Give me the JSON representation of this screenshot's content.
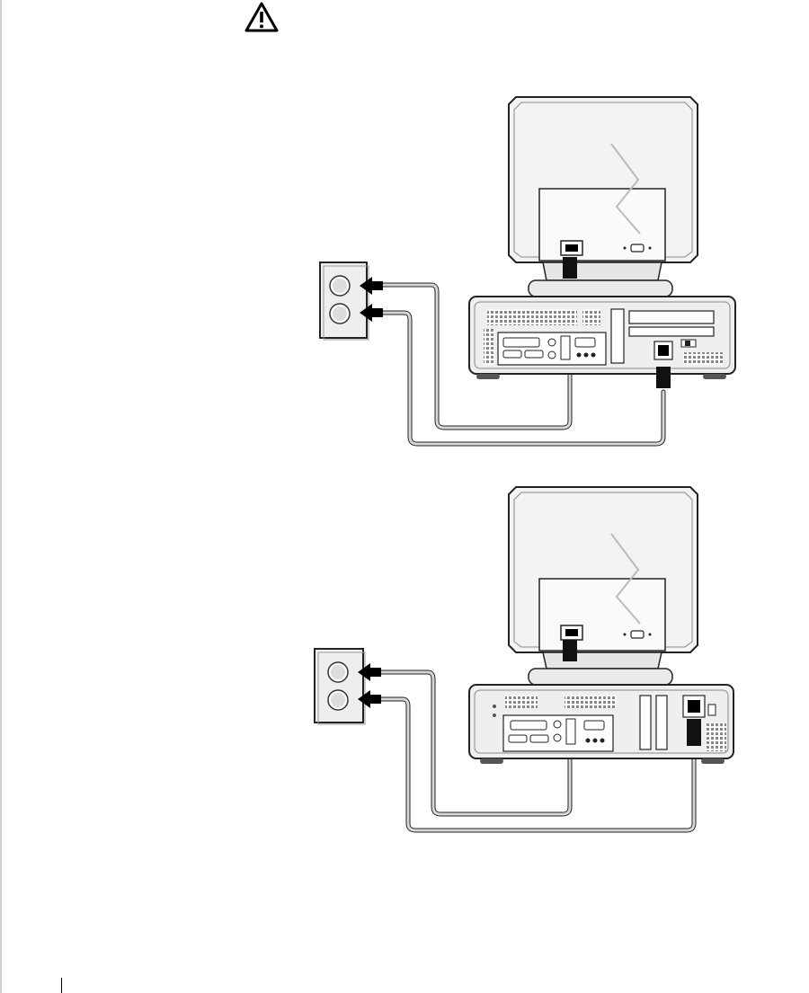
{
  "page": {
    "notice_icon": "warning-triangle-icon",
    "figures": [
      {
        "name": "desktop-computer-power-connection",
        "icon": "desktop-computer-and-monitor-illustration"
      },
      {
        "name": "small-desktop-computer-power-connection",
        "icon": "small-desktop-computer-and-monitor-illustration"
      }
    ]
  }
}
